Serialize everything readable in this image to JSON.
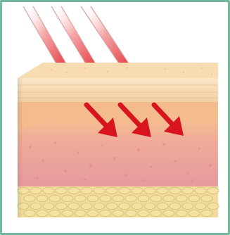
{
  "diagram": {
    "subject": "skin-cross-section",
    "icons": {
      "light_beam": "laser-beam-icon",
      "penetration_arrow": "down-right-arrow-icon"
    },
    "beam_count": 3,
    "arrow_count": 3,
    "colors": {
      "frame_border": "#73b89c",
      "beam_red": "#e2333b",
      "arrow_red": "#d8141f",
      "epidermis_top": "#f6dcb4",
      "epidermis_band": "#fae8c6",
      "dermis_upper": "#f3b687",
      "dermis_lower": "#e99a9a",
      "fat_cells": "#f3e2a4",
      "fat_outline": "#d8c27a"
    }
  }
}
